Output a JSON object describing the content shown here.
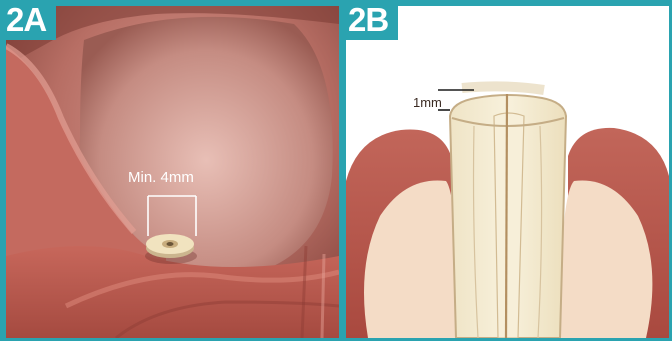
{
  "figure": {
    "panel_a": {
      "tag": "2A",
      "measurement_label": "Min. 4mm"
    },
    "panel_b": {
      "tag": "2B",
      "measurement_label": "1mm"
    }
  },
  "colors": {
    "frame": "#2aa3b0",
    "gum": "#b5594d",
    "gum_dark": "#8e3f36",
    "tooth": "#f3ead2",
    "bone": "#f4dcc6",
    "label_light": "#ffffff",
    "label_dark": "#3a2a22"
  }
}
